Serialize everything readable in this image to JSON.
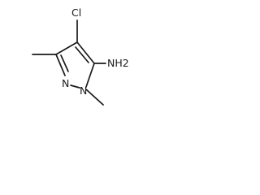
{
  "molecule": {
    "atoms": {
      "cl": "Cl",
      "nh2": "NH2",
      "n2": "N",
      "n1": "N"
    },
    "bond_line_color": "#1a1a1a",
    "background": "#ffffff"
  }
}
